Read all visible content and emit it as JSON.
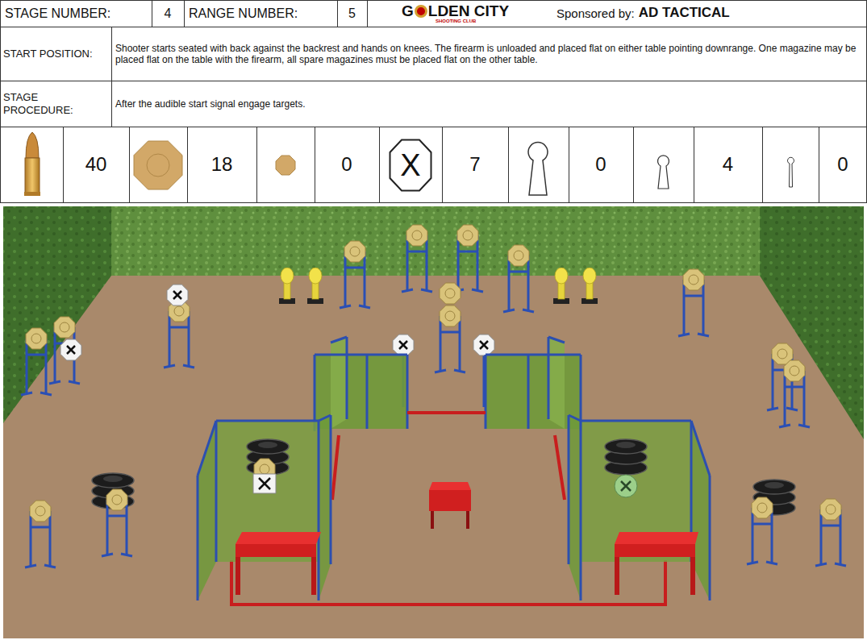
{
  "diagram": {
    "nodes": [
      {
        "text": [
          "X"
        ]
      }
    ],
    "labels": [
      "STAGE NUMBER:",
      "4",
      "RANGE NUMBER:",
      "5",
      "G",
      "LDEN CITY",
      "SHOOTING CLUB",
      "Sponsored by:",
      "AD TACTICAL",
      "START POSITION:",
      "Shooter starts seated with back against the backrest and hands on knees. The firearm is unloaded and placed flat on either table pointing downrange. One magazine may be placed flat on the table with the firearm, all spare magazines must be placed flat on the other table.",
      "STAGE PROCEDURE:",
      "After the audible start signal engage targets.",
      "40",
      "18",
      "0",
      "7",
      "0",
      "4",
      "0"
    ]
  }
}
